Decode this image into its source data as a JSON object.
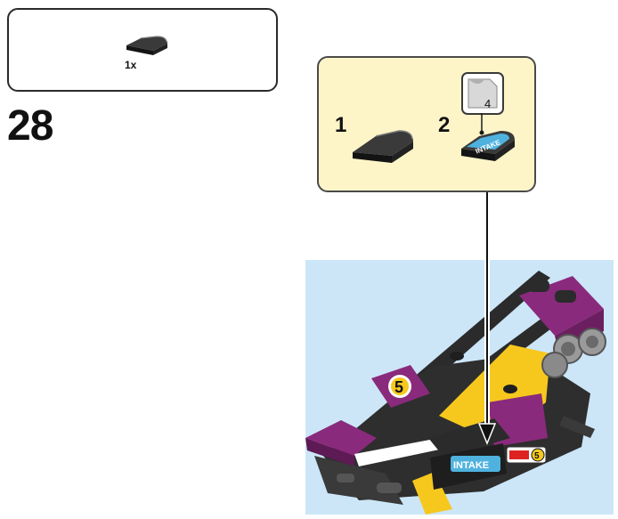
{
  "parts_list": {
    "quantity": "1x"
  },
  "step": {
    "number": "28"
  },
  "callout": {
    "substep_1": "1",
    "substep_2": "2",
    "sticker_number": "4",
    "sticker_text": "INTAKE"
  },
  "model": {
    "intake_sticker_text": "INTAKE",
    "number_tile_text": "5",
    "side_sticker_text": "5"
  },
  "colors": {
    "callout_background": "#fdf5c8",
    "scene_background": "#cce6f8",
    "purple": "#8a2a7c",
    "yellow": "#f6c81e",
    "black_brick": "#2b2b2b",
    "sticker_blue": "#4fb2de"
  }
}
